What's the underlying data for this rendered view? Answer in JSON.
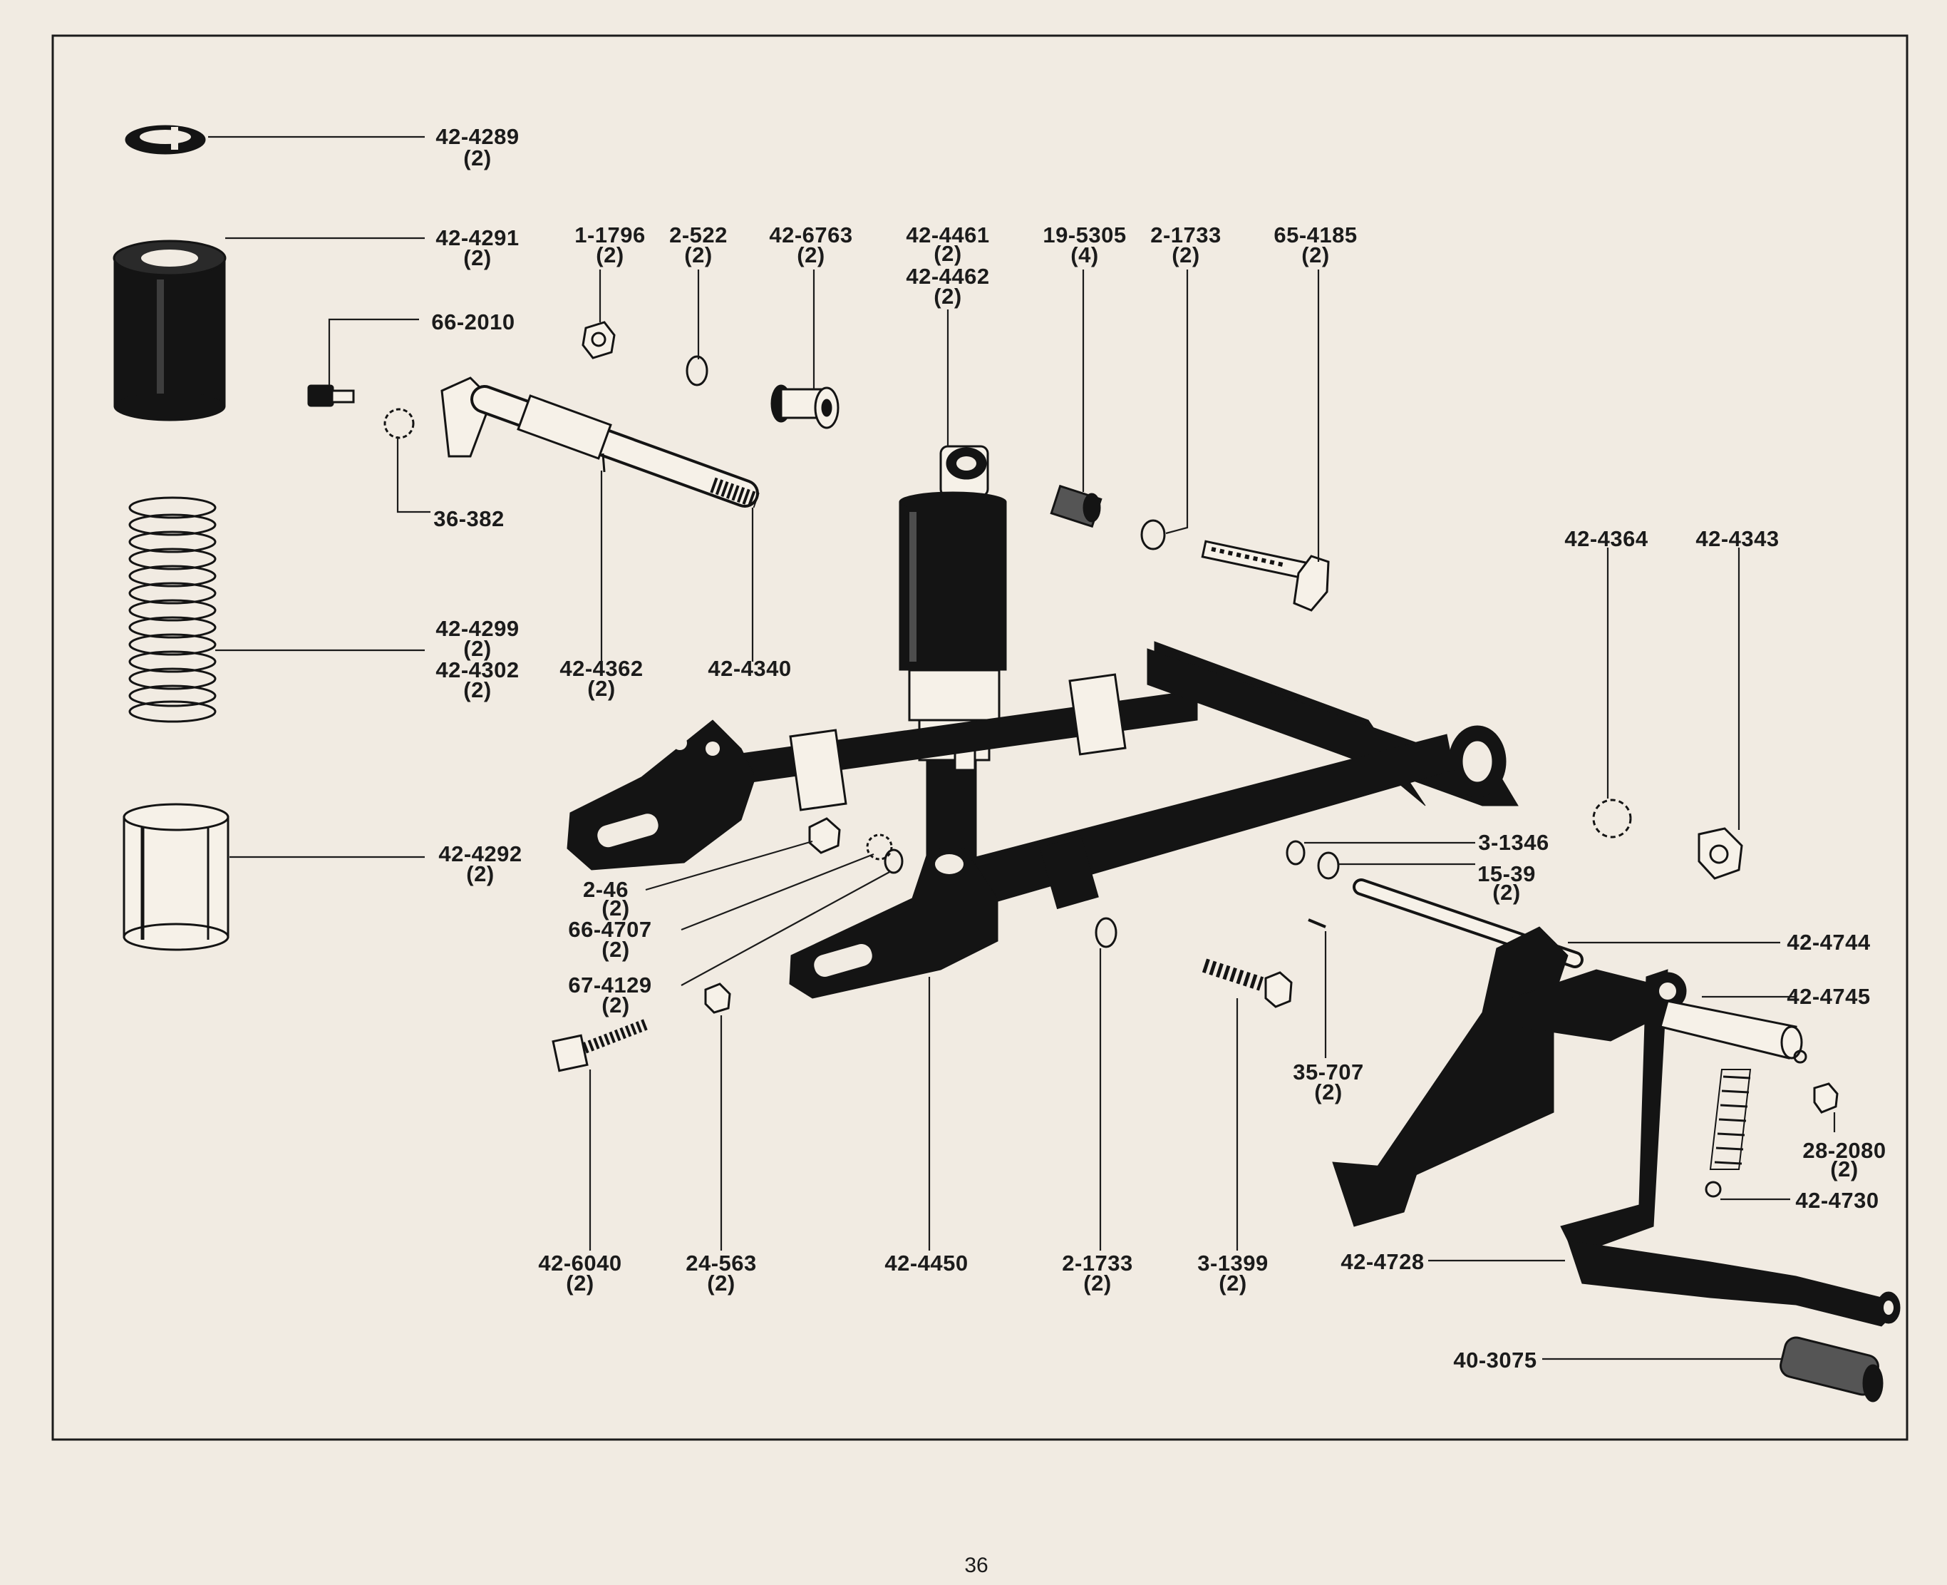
{
  "page_number": "36",
  "parts": [
    {
      "id": "p4289",
      "number": "42-4289",
      "qty": "(2)"
    },
    {
      "id": "p4291",
      "number": "42-4291",
      "qty": "(2)"
    },
    {
      "id": "p2010",
      "number": "66-2010",
      "qty": ""
    },
    {
      "id": "p382",
      "number": "36-382",
      "qty": ""
    },
    {
      "id": "p4299",
      "number": "42-4299",
      "qty": "(2)"
    },
    {
      "id": "p4302",
      "number": "42-4302",
      "qty": "(2)"
    },
    {
      "id": "p4292",
      "number": "42-4292",
      "qty": "(2)"
    },
    {
      "id": "p1796",
      "number": "1-1796",
      "qty": "(2)"
    },
    {
      "id": "p522",
      "number": "2-522",
      "qty": "(2)"
    },
    {
      "id": "p6763",
      "number": "42-6763",
      "qty": "(2)"
    },
    {
      "id": "p4461",
      "number": "42-4461",
      "qty": "(2)"
    },
    {
      "id": "p4462",
      "number": "42-4462",
      "qty": "(2)"
    },
    {
      "id": "p5305",
      "number": "19-5305",
      "qty": "(4)"
    },
    {
      "id": "p1733a",
      "number": "2-1733",
      "qty": "(2)"
    },
    {
      "id": "p4185",
      "number": "65-4185",
      "qty": "(2)"
    },
    {
      "id": "p4362",
      "number": "42-4362",
      "qty": "(2)"
    },
    {
      "id": "p4340",
      "number": "42-4340",
      "qty": ""
    },
    {
      "id": "p4364",
      "number": "42-4364",
      "qty": ""
    },
    {
      "id": "p4343",
      "number": "42-4343",
      "qty": ""
    },
    {
      "id": "p46",
      "number": "2-46",
      "qty": "(2)"
    },
    {
      "id": "p4707",
      "number": "66-4707",
      "qty": "(2)"
    },
    {
      "id": "p4129",
      "number": "67-4129",
      "qty": "(2)"
    },
    {
      "id": "p1346",
      "number": "3-1346",
      "qty": ""
    },
    {
      "id": "p1539",
      "number": "15-39",
      "qty": "(2)"
    },
    {
      "id": "p4744",
      "number": "42-4744",
      "qty": ""
    },
    {
      "id": "p4745",
      "number": "42-4745",
      "qty": ""
    },
    {
      "id": "p707",
      "number": "35-707",
      "qty": "(2)"
    },
    {
      "id": "p2080",
      "number": "28-2080",
      "qty": "(2)"
    },
    {
      "id": "p4730",
      "number": "42-4730",
      "qty": ""
    },
    {
      "id": "p6040",
      "number": "42-6040",
      "qty": "(2)"
    },
    {
      "id": "p563",
      "number": "24-563",
      "qty": "(2)"
    },
    {
      "id": "p4450",
      "number": "42-4450",
      "qty": ""
    },
    {
      "id": "p1733b",
      "number": "2-1733",
      "qty": "(2)"
    },
    {
      "id": "p1399",
      "number": "3-1399",
      "qty": "(2)"
    },
    {
      "id": "p4728",
      "number": "42-4728",
      "qty": ""
    },
    {
      "id": "p3075",
      "number": "40-3075",
      "qty": ""
    }
  ]
}
